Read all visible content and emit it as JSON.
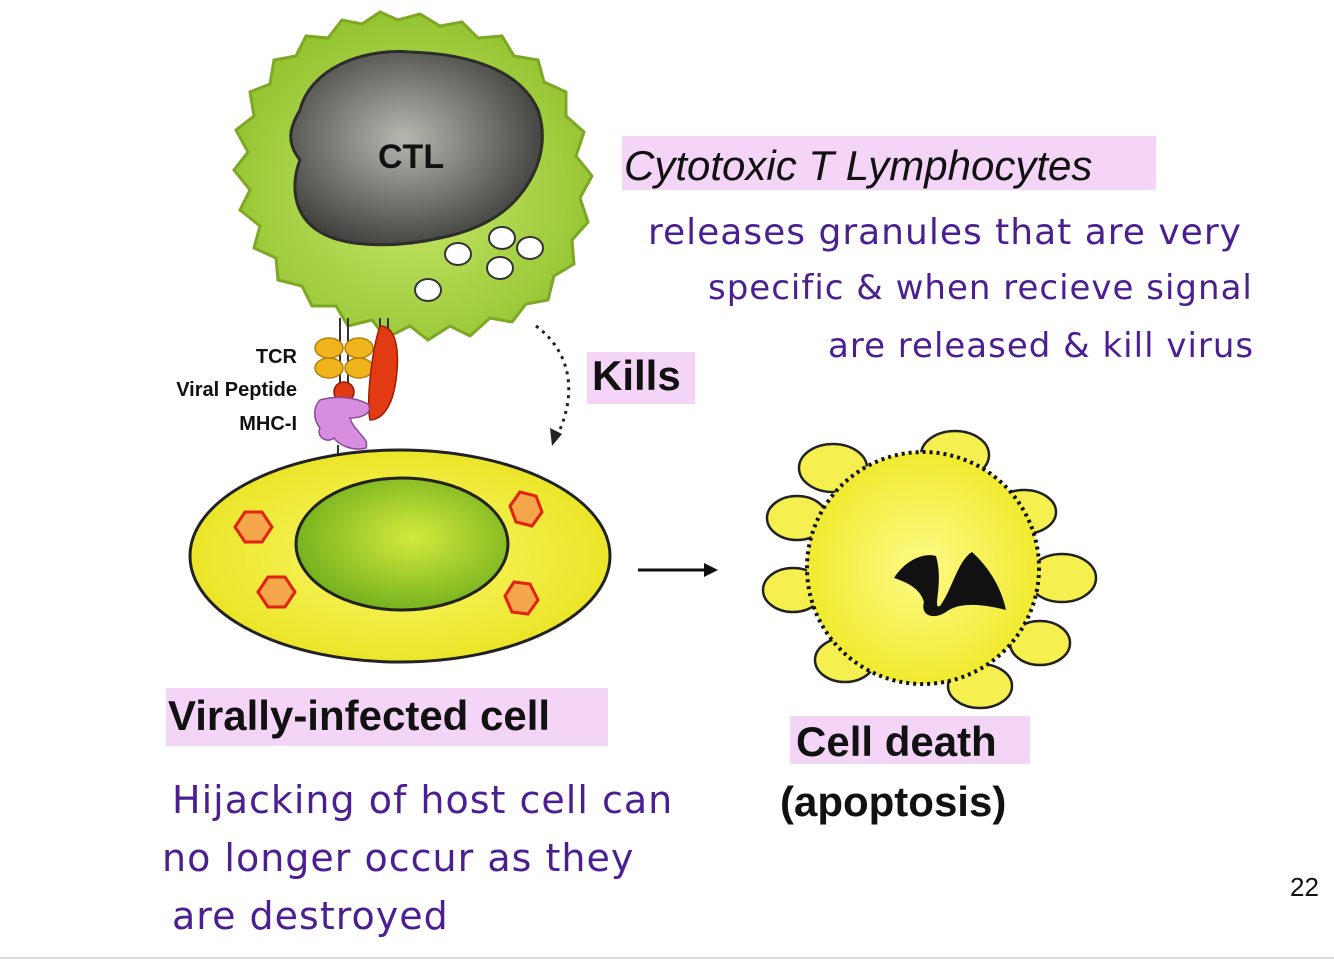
{
  "labels": {
    "ctl": "CTL",
    "tcr": "TCR",
    "viral_peptide": "Viral Peptide",
    "mhc": "MHC-I",
    "kills": "Kills",
    "title": "Cytotoxic T Lymphocytes",
    "infected_cell": "Virally-infected cell",
    "cell_death": "Cell death",
    "apoptosis": "(apoptosis)",
    "page_number": "22"
  },
  "handwritten": {
    "note_top": [
      "releases granules that are very",
      "specific & when recieve signal",
      "are released & kill virus"
    ],
    "note_bottom": [
      "Hijacking of host cell can",
      "no longer occur as they",
      "are destroyed"
    ]
  },
  "colors": {
    "ctl_body": "#a8d23a",
    "nucleus": "#6f6f6a",
    "infected_cell": "#f2ee2a",
    "infected_nucleus": "#8cc62a",
    "receptor_orange": "#f0b51c",
    "receptor_red": "#e23a12",
    "mhc": "#d78ee0",
    "highlight": "#f4d4f7",
    "ink": "#4b1f92"
  }
}
